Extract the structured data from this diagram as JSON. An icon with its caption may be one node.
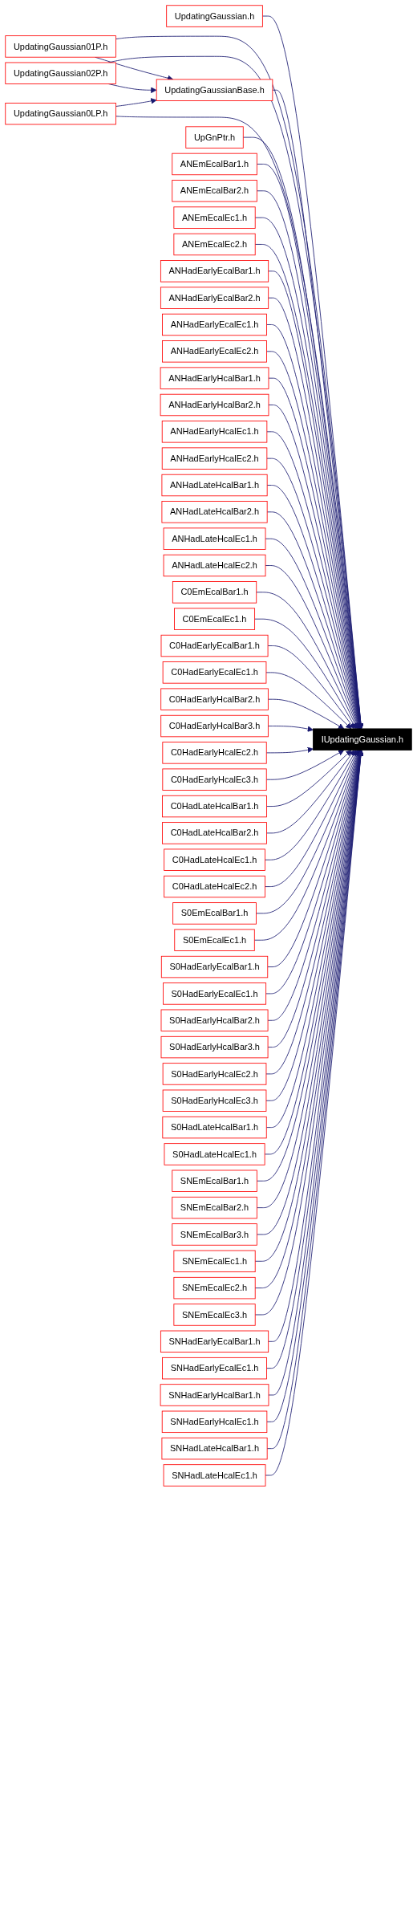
{
  "diagram": {
    "nodes": [
      {
        "text": [
          "UpdatingGaussian.h"
        ]
      },
      {
        "text": [
          "UpdatingGaussian01P.h"
        ]
      },
      {
        "text": [
          "UpdatingGaussian02P.h"
        ]
      },
      {
        "text": [
          "UpdatingGaussianBase.h"
        ]
      },
      {
        "text": [
          "UpdatingGaussian0LP.h"
        ]
      },
      {
        "text": [
          "UpGnPtr.h"
        ]
      },
      {
        "text": [
          "ANEmEcalBar1.h"
        ]
      },
      {
        "text": [
          "ANEmEcalBar2.h"
        ]
      },
      {
        "text": [
          "ANEmEcalEc1.h"
        ]
      },
      {
        "text": [
          "ANEmEcalEc2.h"
        ]
      },
      {
        "text": [
          "ANHadEarlyEcalBar1.h"
        ]
      },
      {
        "text": [
          "ANHadEarlyEcalBar2.h"
        ]
      },
      {
        "text": [
          "ANHadEarlyEcalEc1.h"
        ]
      },
      {
        "text": [
          "ANHadEarlyEcalEc2.h"
        ]
      },
      {
        "text": [
          "ANHadEarlyHcalBar1.h"
        ]
      },
      {
        "text": [
          "ANHadEarlyHcalBar2.h"
        ]
      },
      {
        "text": [
          "ANHadEarlyHcalEc1.h"
        ]
      },
      {
        "text": [
          "ANHadEarlyHcalEc2.h"
        ]
      },
      {
        "text": [
          "ANHadLateHcalBar1.h"
        ]
      },
      {
        "text": [
          "ANHadLateHcalBar2.h"
        ]
      },
      {
        "text": [
          "ANHadLateHcalEc1.h"
        ]
      },
      {
        "text": [
          "ANHadLateHcalEc2.h"
        ]
      },
      {
        "text": [
          "C0EmEcalBar1.h"
        ]
      },
      {
        "text": [
          "C0EmEcalEc1.h"
        ]
      },
      {
        "text": [
          "C0HadEarlyEcalBar1.h"
        ]
      },
      {
        "text": [
          "C0HadEarlyEcalEc1.h"
        ]
      },
      {
        "text": [
          "C0HadEarlyHcalBar2.h"
        ]
      },
      {
        "text": [
          "C0HadEarlyHcalBar3.h"
        ]
      },
      {
        "text": [
          "C0HadEarlyHcalEc2.h"
        ]
      },
      {
        "text": [
          "C0HadEarlyHcalEc3.h"
        ]
      },
      {
        "text": [
          "C0HadLateHcalBar1.h"
        ]
      },
      {
        "text": [
          "C0HadLateHcalBar2.h"
        ]
      },
      {
        "text": [
          "C0HadLateHcalEc1.h"
        ]
      },
      {
        "text": [
          "C0HadLateHcalEc2.h"
        ]
      },
      {
        "text": [
          "S0EmEcalBar1.h"
        ]
      },
      {
        "text": [
          "S0EmEcalEc1.h"
        ]
      },
      {
        "text": [
          "S0HadEarlyEcalBar1.h"
        ]
      },
      {
        "text": [
          "S0HadEarlyEcalEc1.h"
        ]
      },
      {
        "text": [
          "S0HadEarlyHcalBar2.h"
        ]
      },
      {
        "text": [
          "S0HadEarlyHcalBar3.h"
        ]
      },
      {
        "text": [
          "S0HadEarlyHcalEc2.h"
        ]
      },
      {
        "text": [
          "S0HadEarlyHcalEc3.h"
        ]
      },
      {
        "text": [
          "S0HadLateHcalBar1.h"
        ]
      },
      {
        "text": [
          "S0HadLateHcalEc1.h"
        ]
      },
      {
        "text": [
          "SNEmEcalBar1.h"
        ]
      },
      {
        "text": [
          "SNEmEcalBar2.h"
        ]
      },
      {
        "text": [
          "SNEmEcalBar3.h"
        ]
      },
      {
        "text": [
          "SNEmEcalEc1.h"
        ]
      },
      {
        "text": [
          "SNEmEcalEc2.h"
        ]
      },
      {
        "text": [
          "SNEmEcalEc3.h"
        ]
      },
      {
        "text": [
          "SNHadEarlyEcalBar1.h"
        ]
      },
      {
        "text": [
          "SNHadEarlyEcalEc1.h"
        ]
      },
      {
        "text": [
          "SNHadEarlyHcalBar1.h"
        ]
      },
      {
        "text": [
          "SNHadEarlyHcalEc1.h"
        ]
      },
      {
        "text": [
          "SNHadLateHcalBar1.h"
        ]
      },
      {
        "text": [
          "SNHadLateHcalEc1.h"
        ]
      },
      {
        "text": [
          "IUpdatingGaussian.h"
        ]
      }
    ],
    "edges": [
      {
        "from": 1,
        "to": 3,
        "arrow": "to"
      },
      {
        "from": 2,
        "to": 3,
        "arrow": "to"
      },
      {
        "from": 4,
        "to": 3,
        "arrow": "to"
      },
      {
        "from": 0,
        "to": 56,
        "arrow": "to"
      },
      {
        "from": 1,
        "to": 56,
        "arrow": "to"
      },
      {
        "from": 2,
        "to": 56,
        "arrow": "to"
      },
      {
        "from": 3,
        "to": 56,
        "arrow": "to"
      },
      {
        "from": 4,
        "to": 56,
        "arrow": "to"
      },
      {
        "from": 5,
        "to": 56,
        "arrow": "to"
      },
      {
        "from": 6,
        "to": 56,
        "arrow": "to"
      },
      {
        "from": 7,
        "to": 56,
        "arrow": "to"
      },
      {
        "from": 8,
        "to": 56,
        "arrow": "to"
      },
      {
        "from": 9,
        "to": 56,
        "arrow": "to"
      },
      {
        "from": 10,
        "to": 56,
        "arrow": "to"
      },
      {
        "from": 11,
        "to": 56,
        "arrow": "to"
      },
      {
        "from": 12,
        "to": 56,
        "arrow": "to"
      },
      {
        "from": 13,
        "to": 56,
        "arrow": "to"
      },
      {
        "from": 14,
        "to": 56,
        "arrow": "to"
      },
      {
        "from": 15,
        "to": 56,
        "arrow": "to"
      },
      {
        "from": 16,
        "to": 56,
        "arrow": "to"
      },
      {
        "from": 17,
        "to": 56,
        "arrow": "to"
      },
      {
        "from": 18,
        "to": 56,
        "arrow": "to"
      },
      {
        "from": 19,
        "to": 56,
        "arrow": "to"
      },
      {
        "from": 20,
        "to": 56,
        "arrow": "to"
      },
      {
        "from": 21,
        "to": 56,
        "arrow": "to"
      },
      {
        "from": 22,
        "to": 56,
        "arrow": "to"
      },
      {
        "from": 23,
        "to": 56,
        "arrow": "to"
      },
      {
        "from": 24,
        "to": 56,
        "arrow": "to"
      },
      {
        "from": 25,
        "to": 56,
        "arrow": "to"
      },
      {
        "from": 26,
        "to": 56,
        "arrow": "to"
      },
      {
        "from": 27,
        "to": 56,
        "arrow": "to"
      },
      {
        "from": 28,
        "to": 56,
        "arrow": "to"
      },
      {
        "from": 29,
        "to": 56,
        "arrow": "to"
      },
      {
        "from": 30,
        "to": 56,
        "arrow": "to"
      },
      {
        "from": 31,
        "to": 56,
        "arrow": "to"
      },
      {
        "from": 32,
        "to": 56,
        "arrow": "to"
      },
      {
        "from": 33,
        "to": 56,
        "arrow": "to"
      },
      {
        "from": 34,
        "to": 56,
        "arrow": "to"
      },
      {
        "from": 35,
        "to": 56,
        "arrow": "to"
      },
      {
        "from": 36,
        "to": 56,
        "arrow": "to"
      },
      {
        "from": 37,
        "to": 56,
        "arrow": "to"
      },
      {
        "from": 38,
        "to": 56,
        "arrow": "to"
      },
      {
        "from": 39,
        "to": 56,
        "arrow": "to"
      },
      {
        "from": 40,
        "to": 56,
        "arrow": "to"
      },
      {
        "from": 41,
        "to": 56,
        "arrow": "to"
      },
      {
        "from": 42,
        "to": 56,
        "arrow": "to"
      },
      {
        "from": 43,
        "to": 56,
        "arrow": "to"
      },
      {
        "from": 44,
        "to": 56,
        "arrow": "to"
      },
      {
        "from": 45,
        "to": 56,
        "arrow": "to"
      },
      {
        "from": 46,
        "to": 56,
        "arrow": "to"
      },
      {
        "from": 47,
        "to": 56,
        "arrow": "to"
      },
      {
        "from": 48,
        "to": 56,
        "arrow": "to"
      },
      {
        "from": 49,
        "to": 56,
        "arrow": "to"
      },
      {
        "from": 50,
        "to": 56,
        "arrow": "to"
      },
      {
        "from": 51,
        "to": 56,
        "arrow": "to"
      },
      {
        "from": 52,
        "to": 56,
        "arrow": "to"
      },
      {
        "from": 53,
        "to": 56,
        "arrow": "to"
      },
      {
        "from": 54,
        "to": 56,
        "arrow": "to"
      },
      {
        "from": 55,
        "to": 56,
        "arrow": "to"
      }
    ]
  }
}
